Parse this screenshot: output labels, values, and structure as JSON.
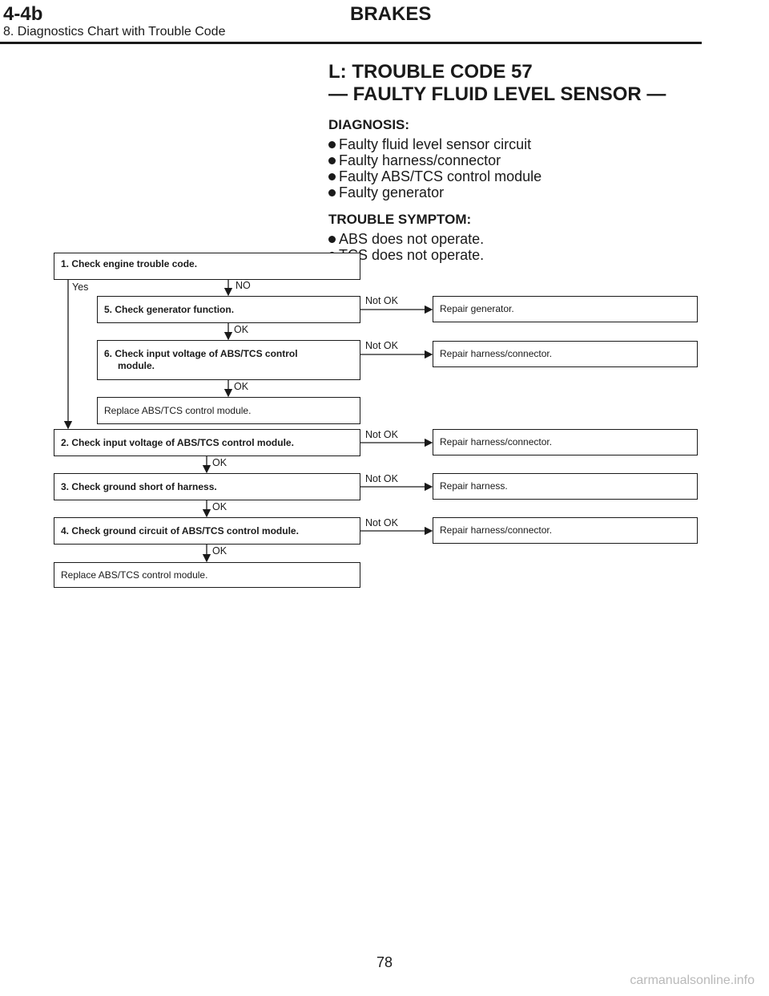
{
  "header": {
    "section_code": "4-4b",
    "section_title": "BRAKES",
    "subtitle": "8. Diagnostics Chart with Trouble Code"
  },
  "title_line1": "L: TROUBLE CODE 57",
  "title_line2": "— FAULTY FLUID LEVEL SENSOR —",
  "diagnosis": {
    "heading": "DIAGNOSIS:",
    "items": [
      "Faulty fluid level sensor circuit",
      "Faulty harness/connector",
      "Faulty ABS/TCS control module",
      "Faulty generator"
    ]
  },
  "symptom": {
    "heading": "TROUBLE SYMPTOM:",
    "items": [
      "ABS does not operate.",
      "TCS does not operate."
    ]
  },
  "flow": {
    "step1": "1. Check engine trouble code.",
    "yes_label": "Yes",
    "no_label": "NO",
    "step5": "5. Check generator function.",
    "step5_ng": "Repair generator.",
    "step6_line1": "6. Check input voltage of ABS/TCS control",
    "step6_line2": "module.",
    "step6_ng": "Repair harness/connector.",
    "replace_a": "Replace ABS/TCS control module.",
    "step2": "2. Check input voltage of ABS/TCS control module.",
    "step2_ng": "Repair harness/connector.",
    "step3": "3. Check ground short of harness.",
    "step3_ng": "Repair harness.",
    "step4": "4. Check ground circuit of ABS/TCS control module.",
    "step4_ng": "Repair harness/connector.",
    "replace_b": "Replace ABS/TCS control module.",
    "ok_label": "OK",
    "notok_label": "Not OK"
  },
  "page_number": "78",
  "watermark": "carmanualsonline.info"
}
